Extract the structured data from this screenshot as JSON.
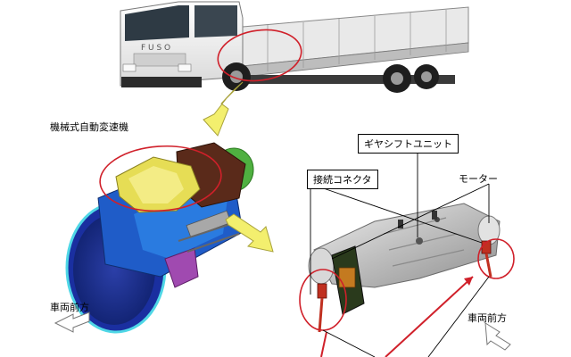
{
  "labels": {
    "transmission_title": "機械式自動変速機",
    "gear_shift_unit": "ギヤシフトユニット",
    "connector": "接続コネクタ",
    "motor": "モーター",
    "vehicle_front_left": "車両前方",
    "vehicle_front_right": "車両前方"
  },
  "colors": {
    "highlight_circle": "#d0202a",
    "callout_arrow_fill": "#f3ef6e",
    "callout_arrow_stroke": "#a8a23a",
    "truck_cab": "#f2f2f2",
    "transmission_blue": "#1f5cc8",
    "transmission_yellow": "#e6dd55",
    "transmission_green": "#4fb040",
    "unit_body": "#cfcfcf"
  }
}
